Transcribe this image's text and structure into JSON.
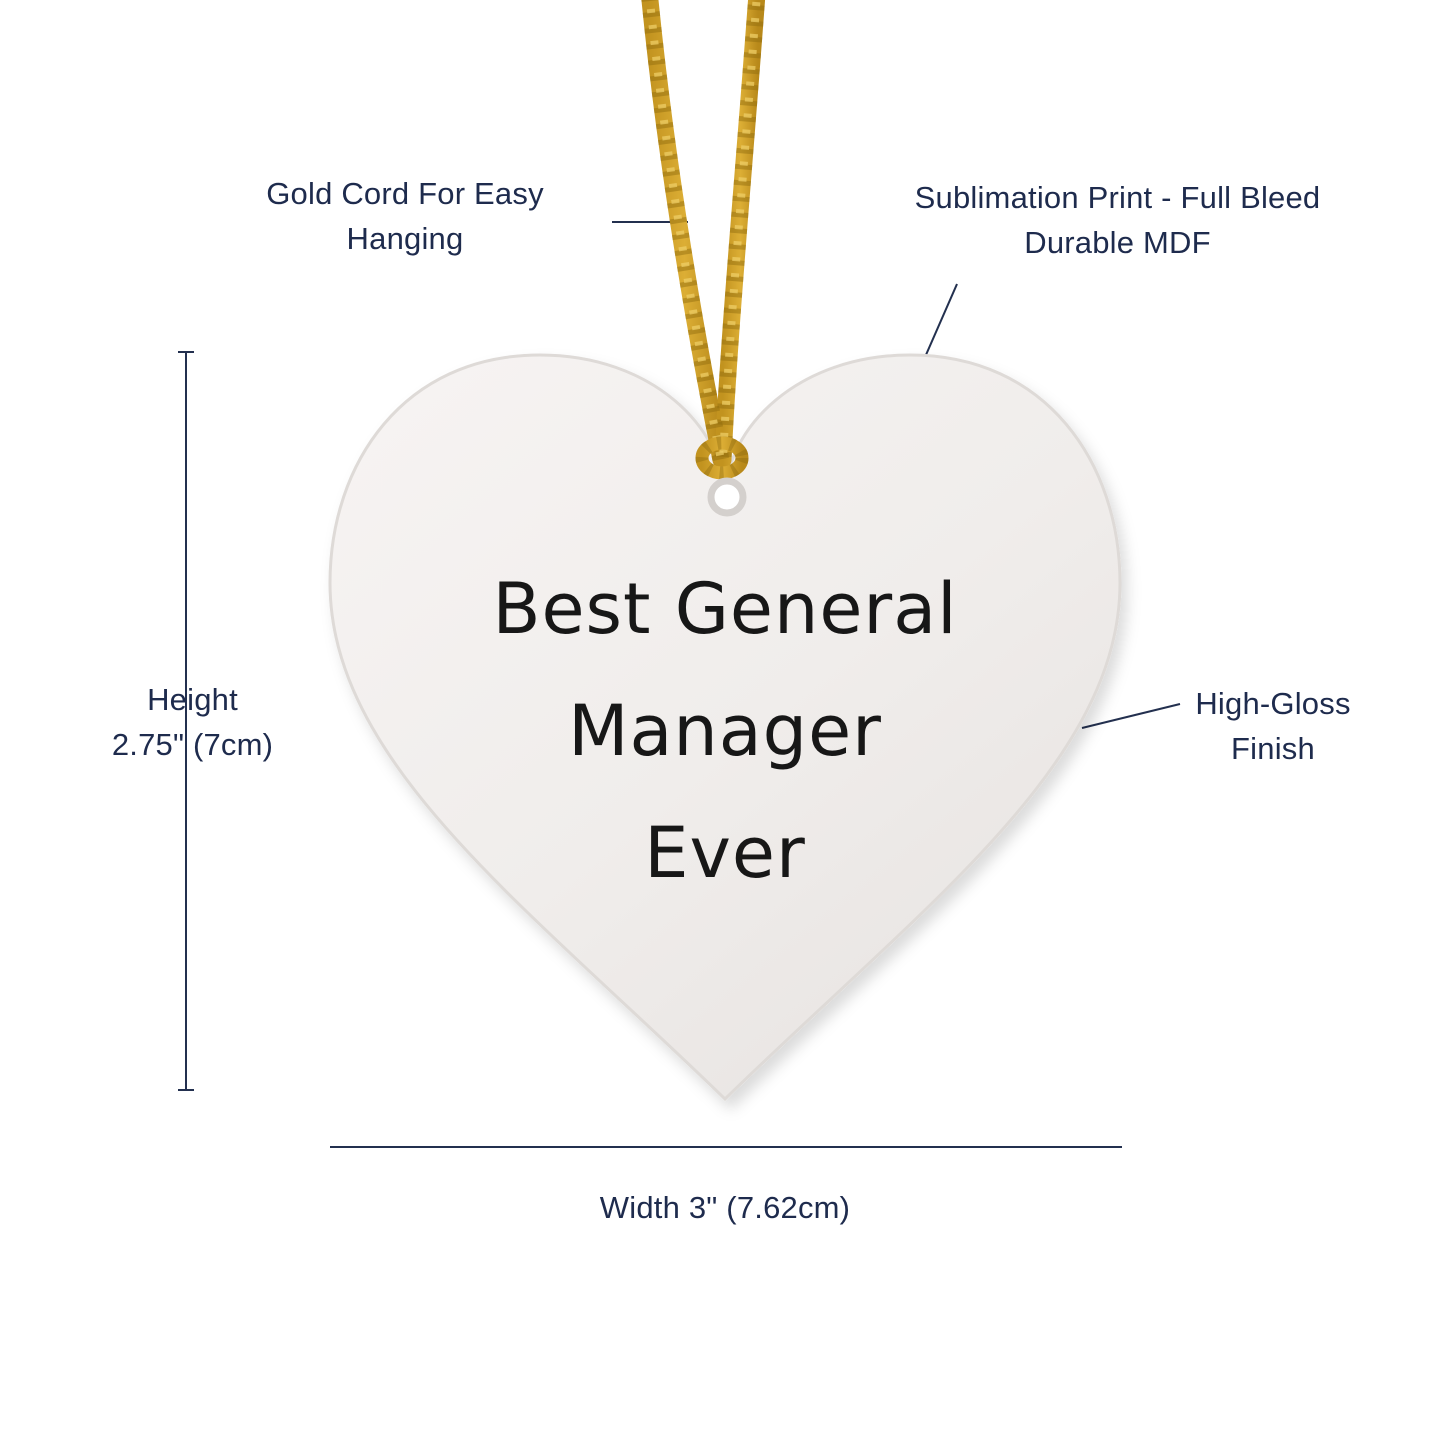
{
  "ornament": {
    "text_line1": "Best General",
    "text_line2": "Manager",
    "text_line3": "Ever",
    "shape": "heart",
    "heart_fill": "#f1eeec",
    "heart_edge": "#dedad7",
    "cord_color": "#cf9e2a",
    "cord_dark": "#8d6a0e",
    "cord_light": "#f0d06a"
  },
  "annotations": {
    "gold_cord": {
      "line1": "Gold Cord For Easy",
      "line2": "Hanging"
    },
    "sublimation": {
      "line1": "Sublimation Print - Full Bleed",
      "line2": "Durable MDF"
    },
    "gloss": {
      "line1": "High-Gloss",
      "line2": "Finish"
    },
    "height": {
      "line1": "Height",
      "line2": "2.75\" (7cm)"
    },
    "width": {
      "label": "Width 3\" (7.62cm)"
    }
  },
  "colors": {
    "annotation_text": "#1e2b4d",
    "pointer_line": "#23304f",
    "background": "#ffffff"
  }
}
